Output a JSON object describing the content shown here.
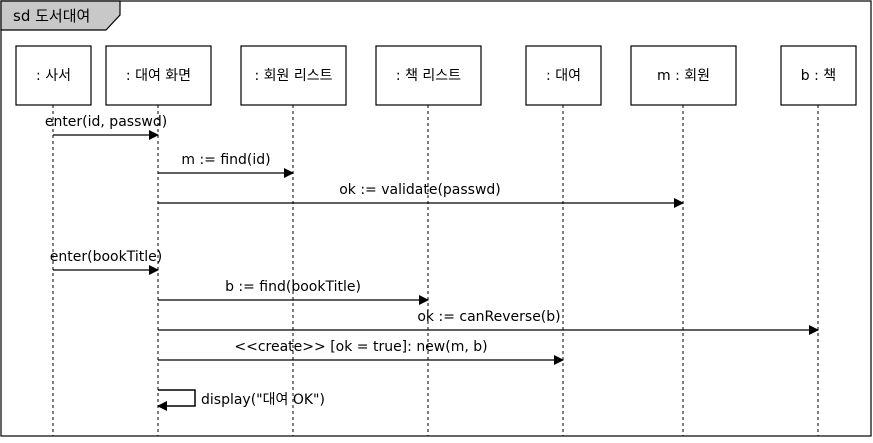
{
  "frame": {
    "title": "sd 도서대여"
  },
  "lifelines": [
    {
      "id": "librarian",
      "label": ": 사서"
    },
    {
      "id": "rental-screen",
      "label": ": 대여 화면"
    },
    {
      "id": "member-list",
      "label": ": 회원 리스트"
    },
    {
      "id": "book-list",
      "label": ": 책 리스트"
    },
    {
      "id": "rental",
      "label": ": 대여"
    },
    {
      "id": "member-m",
      "label": "m : 회원"
    },
    {
      "id": "book-b",
      "label": "b : 책"
    }
  ],
  "messages": [
    {
      "from": "librarian",
      "to": "rental-screen",
      "label": "enter(id, passwd)"
    },
    {
      "from": "rental-screen",
      "to": "member-list",
      "label": "m := find(id)"
    },
    {
      "from": "rental-screen",
      "to": "member-m",
      "label": "ok := validate(passwd)"
    },
    {
      "from": "librarian",
      "to": "rental-screen",
      "label": "enter(bookTitle)"
    },
    {
      "from": "rental-screen",
      "to": "book-list",
      "label": "b := find(bookTitle)"
    },
    {
      "from": "rental-screen",
      "to": "book-b",
      "label": "ok := canReverse(b)"
    },
    {
      "from": "rental-screen",
      "to": "rental",
      "label": "<<create>>  [ok = true]: new(m, b)"
    },
    {
      "from": "rental-screen",
      "to": "rental-screen",
      "label": "display(\"대여 OK\")"
    }
  ]
}
